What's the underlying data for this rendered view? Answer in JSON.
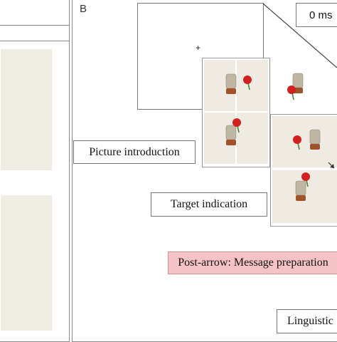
{
  "panel_b": {
    "label": "B",
    "time_label": "0 ms",
    "fixation_symbol": "+",
    "stages": {
      "picture_introduction": "Picture introduction",
      "target_indication": "Target indication",
      "post_arrow": "Post-arrow: Message preparation",
      "linguistic": "Linguistic"
    },
    "highlight_color": "#f5c2c5"
  },
  "objects": {
    "jar_color": "#bfb7a4",
    "jar_base_color": "#a0522d",
    "flower_color": "#d21f1f",
    "stem_color": "#3c8a2e"
  }
}
